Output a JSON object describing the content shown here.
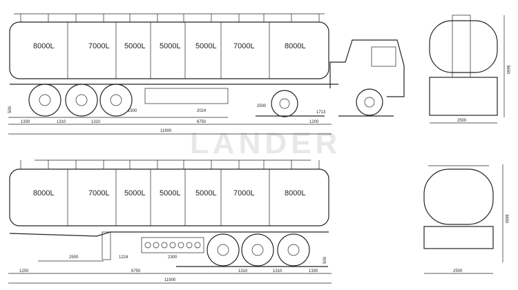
{
  "watermark": "LANDER",
  "compartments": [
    "8000L",
    "7000L",
    "5000L",
    "5000L",
    "5000L",
    "7000L",
    "8000L"
  ],
  "top_view": {
    "dims": {
      "axle_front": "1330",
      "axle_1": "1310",
      "axle_2": "1310",
      "gap_1": "1500",
      "gap_2": "2024",
      "kingpin_span": "6750",
      "wheel_dia": "2500",
      "tractor": "1713",
      "front_overhang": "1200",
      "total_length": "11900",
      "clearance": "500"
    },
    "end_dims": {
      "height": "3650",
      "width": "2500"
    }
  },
  "bottom_view": {
    "dims": {
      "leg": "2500",
      "gap_1": "1224",
      "toolbox": "2300",
      "front_overhang": "1200",
      "kingpin_span": "6750",
      "axle_1": "1310",
      "axle_2": "1310",
      "axle_rear": "1330",
      "total_length": "11900",
      "clearance": "500"
    },
    "end_dims": {
      "height": "3650",
      "width": "2500"
    }
  }
}
